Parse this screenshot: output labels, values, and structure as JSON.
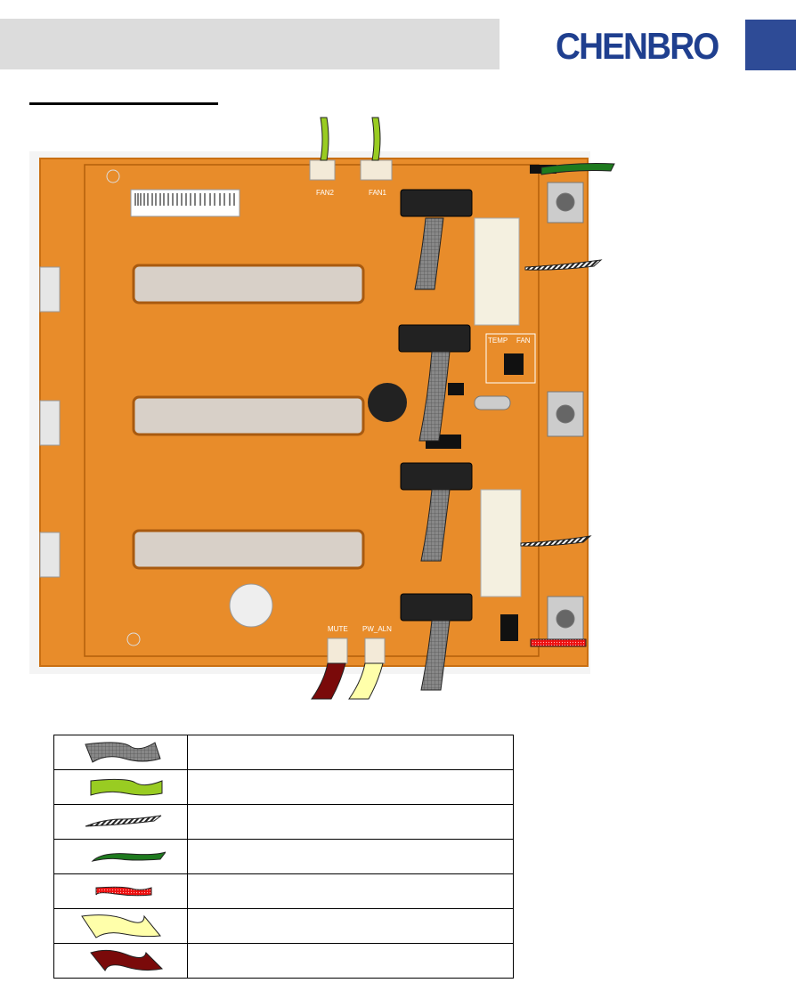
{
  "header": {
    "logo_text": "CHENBRO"
  },
  "board": {
    "labels": {
      "fan2": "FAN2",
      "fan1": "FAN1",
      "mute": "MUTE",
      "pw_aln": "PW_ALN",
      "temp": "TEMP",
      "fan": "FAN"
    },
    "colors": {
      "board": "#e88c2a",
      "board_edge": "#d97a1a"
    }
  },
  "legend": {
    "rows": [
      {
        "swatch": "grey-checker-cable",
        "color": "#7a7a7a",
        "description": ""
      },
      {
        "swatch": "lime-cable",
        "color": "#99cc22",
        "description": ""
      },
      {
        "swatch": "hatched-cable",
        "color": "#333333",
        "description": ""
      },
      {
        "swatch": "dark-green-cable",
        "color": "#1e7a1e",
        "description": ""
      },
      {
        "swatch": "red-cable",
        "color": "#ee1111",
        "description": ""
      },
      {
        "swatch": "light-yellow-cable",
        "color": "#ffffaa",
        "description": ""
      },
      {
        "swatch": "maroon-cable",
        "color": "#7a0a0a",
        "description": ""
      }
    ]
  }
}
